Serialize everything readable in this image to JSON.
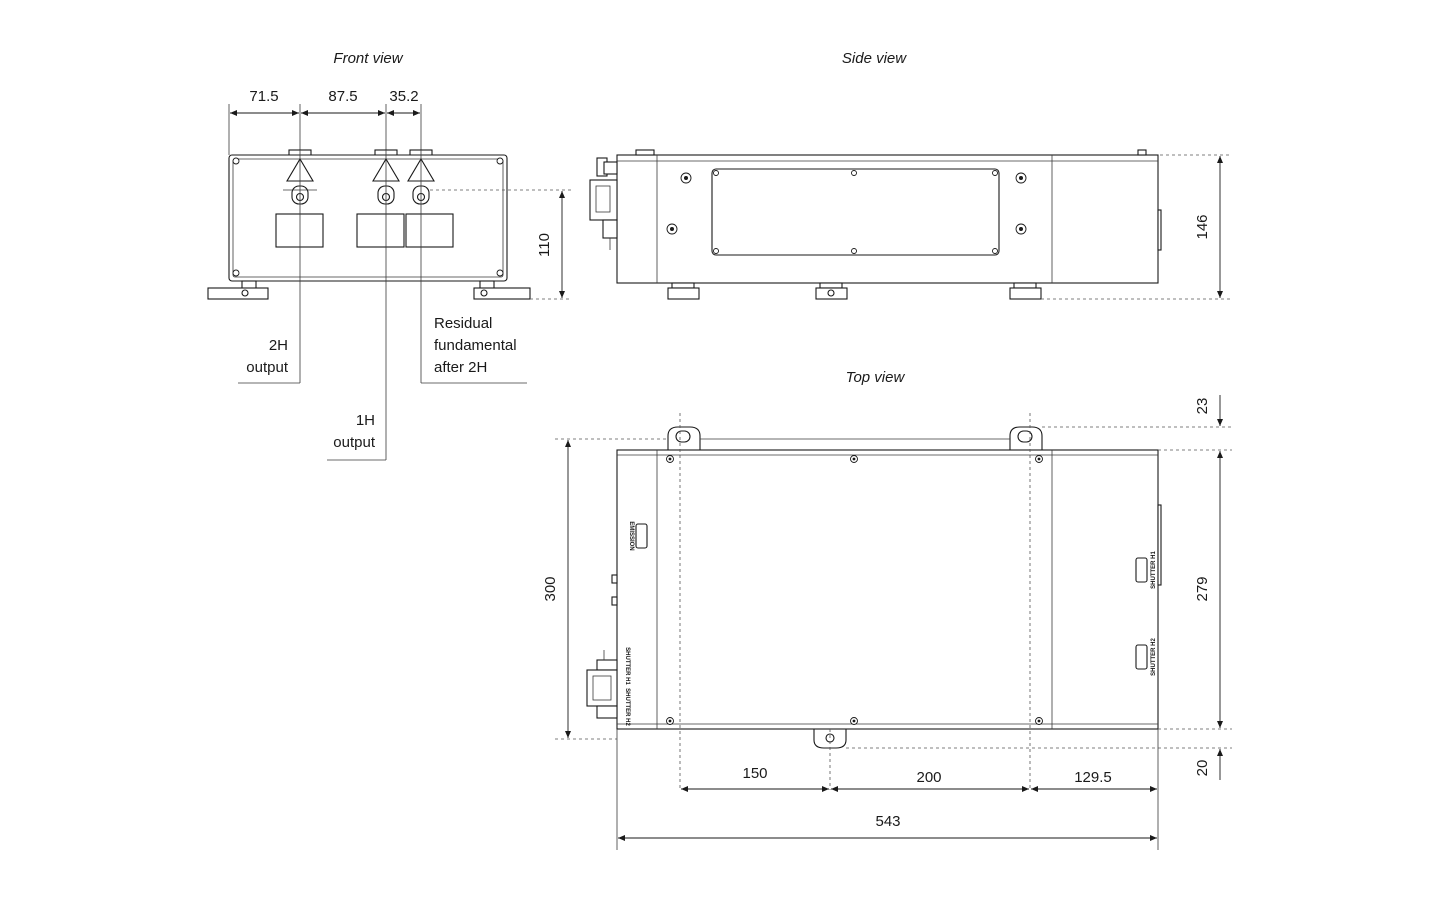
{
  "views": {
    "front": "Front view",
    "side": "Side view",
    "top": "Top view"
  },
  "front_dims": {
    "d1": "71.5",
    "d2": "87.5",
    "d3": "35.2",
    "height": "110"
  },
  "front_labels": {
    "out2h_l1": "2H",
    "out2h_l2": "output",
    "out1h_l1": "1H",
    "out1h_l2": "output",
    "resid_l1": "Residual",
    "resid_l2": "fundamental",
    "resid_l3": "after 2H"
  },
  "side_dims": {
    "height": "146"
  },
  "top_dims": {
    "depth": "300",
    "inner": "279",
    "top_offset": "23",
    "bottom_offset": "20",
    "seg1": "150",
    "seg2": "200",
    "seg3": "129.5",
    "total": "543"
  },
  "top_labels": {
    "emission": "EMISSION",
    "shutter_h1": "SHUTTER H1",
    "shutter_h2": "SHUTTER H2",
    "left_sh1": "SHUTTER H1",
    "left_sh2": "SHUTTER H2"
  }
}
